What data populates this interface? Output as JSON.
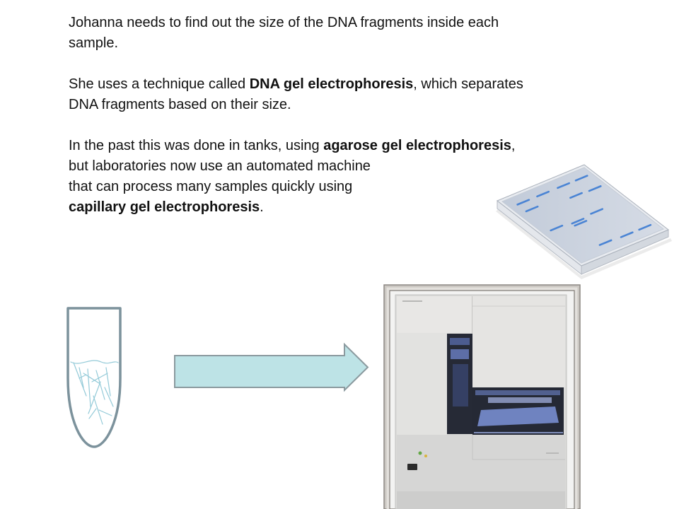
{
  "slide": {
    "paragraph_1": {
      "line_1": "Johanna needs to find out the size of the DNA fragments inside each",
      "line_2": "sample."
    },
    "paragraph_2": {
      "line_1_pre": "She uses a technique called ",
      "line_1_bold": "DNA gel electrophoresis",
      "line_1_post": ", which separates",
      "line_2": "DNA fragments based on their size."
    },
    "paragraph_3": {
      "line_1_pre": "In the past this was done in tanks, using ",
      "line_1_bold": "agarose gel electrophoresis",
      "line_1_post": ",",
      "line_2": "but laboratories now use an automated machine",
      "line_3": "that can process many samples quickly using",
      "line_4_bold": "capillary gel electrophoresis",
      "line_4_post": "."
    }
  },
  "icons": {
    "sample_tube": "sample-tube-icon",
    "process_arrow": "arrow-right-icon",
    "gel_slab": "gel-slab-icon",
    "sequencer": "sequencer-machine-icon"
  },
  "colors": {
    "text": "#111111",
    "dna_band": "#4a84d4",
    "tube_outline": "#7c929c",
    "dna_strands": "#93cad8",
    "arrow_fill": "#bde3e6",
    "arrow_outline": "#8b9a9f"
  }
}
